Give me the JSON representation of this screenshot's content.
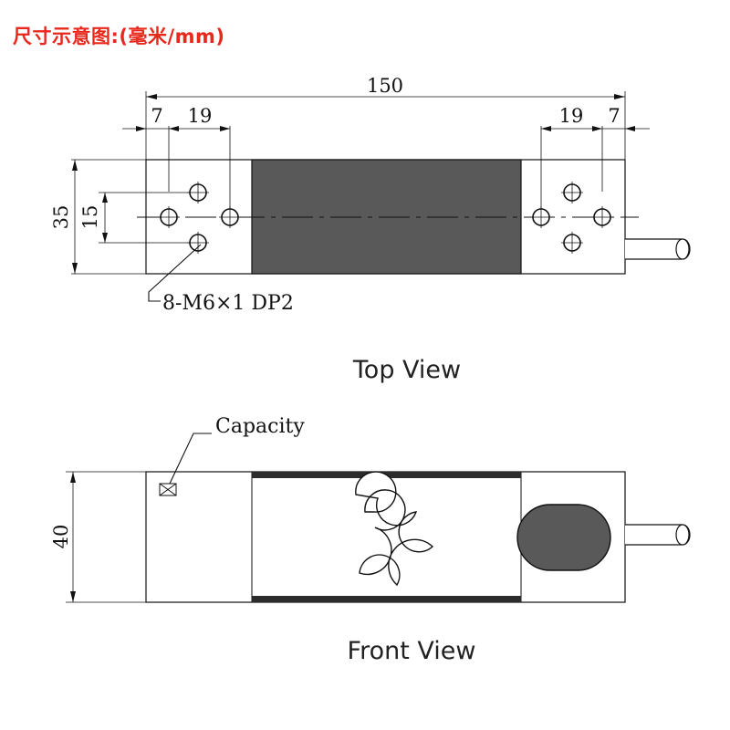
{
  "title": "尺寸示意图:(毫米/mm)",
  "dimensions": {
    "overall_length": "150",
    "left_edge_offset": "7",
    "left_hole_spacing": "19",
    "right_hole_spacing": "19",
    "right_edge_offset": "7",
    "top_width": "35",
    "hole_pitch": "15",
    "front_height": "40"
  },
  "annotations": {
    "thread": "8-M6×1 DP2",
    "capacity": "Capacity"
  },
  "views": {
    "top": "Top View",
    "front": "Front View"
  },
  "colors": {
    "title": "#e8281c",
    "sensor_body": "#59595a",
    "outline": "#111111"
  }
}
